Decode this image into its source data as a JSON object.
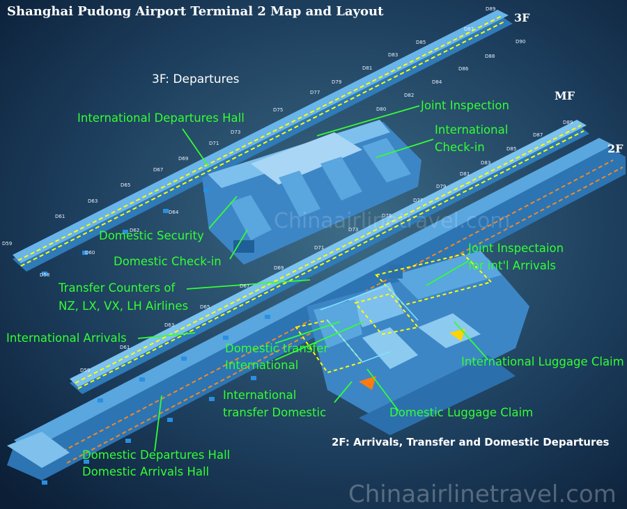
{
  "title": "Shanghai Pudong Airport Terminal 2 Map and Layout",
  "floor_labels": {
    "top_right_3f": "3F",
    "mf": "MF",
    "right_2f": "2F",
    "departures": "3F: Departures",
    "arrivals": "2F: Arrivals, Transfer and Domestic Departures"
  },
  "annotations": {
    "intl_departures_hall": "International Departures Hall",
    "joint_inspection": "Joint Inspection",
    "intl_checkin_1": "International",
    "intl_checkin_2": "Check-in",
    "domestic_security": "Domestic Security",
    "domestic_checkin": "Domestic Check-in",
    "joint_inspection_arrivals_1": "Joint Inspectaion",
    "joint_inspection_arrivals_2": "for int'l Arrivals",
    "transfer_counters_1": "Transfer Counters of",
    "transfer_counters_2": "NZ,  LX, VX, LH Airlines",
    "international_arrivals": "International Arrivals",
    "domestic_transfer_1": "Domestic transfer",
    "domestic_transfer_2": "International",
    "international_transfer_1": "International",
    "international_transfer_2": "transfer Domestic",
    "intl_luggage_claim": "International Luggage Claim",
    "domestic_luggage_claim": "Domestic Luggage Claim",
    "domestic_departures_hall": "Domestic Departures Hall",
    "domestic_arrivals_hall": "Domestic Arrivals Hall"
  },
  "gates_3f": [
    "D89",
    "D87",
    "D90",
    "D85",
    "D88",
    "D83",
    "D86",
    "D81",
    "D84",
    "D79",
    "D82",
    "D77",
    "D80",
    "D75",
    "D73",
    "D71",
    "D69",
    "D67",
    "D65",
    "D63",
    "D64",
    "D61",
    "D62",
    "D60",
    "D59",
    "D58"
  ],
  "gates_mf": [
    "D89",
    "D87",
    "D85",
    "D83",
    "D81",
    "D79",
    "D77",
    "D75",
    "D73",
    "D71",
    "D69",
    "D67",
    "D65",
    "D63",
    "D61",
    "D59"
  ],
  "watermarks": {
    "center": "Chinaairlinetravel.com",
    "bottom": "Chinaairlinetravel.com"
  },
  "colors": {
    "background_dark": "#0b1e36",
    "background_light": "#3c6b86",
    "building": "#3d86c6",
    "building_light": "#66b0e6",
    "corridor_line_3f": "#ffff00",
    "corridor_line_2f": "#f08a24",
    "annotation_text": "#33ff33",
    "annotation_line": "#33ff33",
    "gate_marker": "#2a8fe0",
    "arrow_yellow": "#ffd400",
    "arrow_orange": "#ff7a10"
  }
}
